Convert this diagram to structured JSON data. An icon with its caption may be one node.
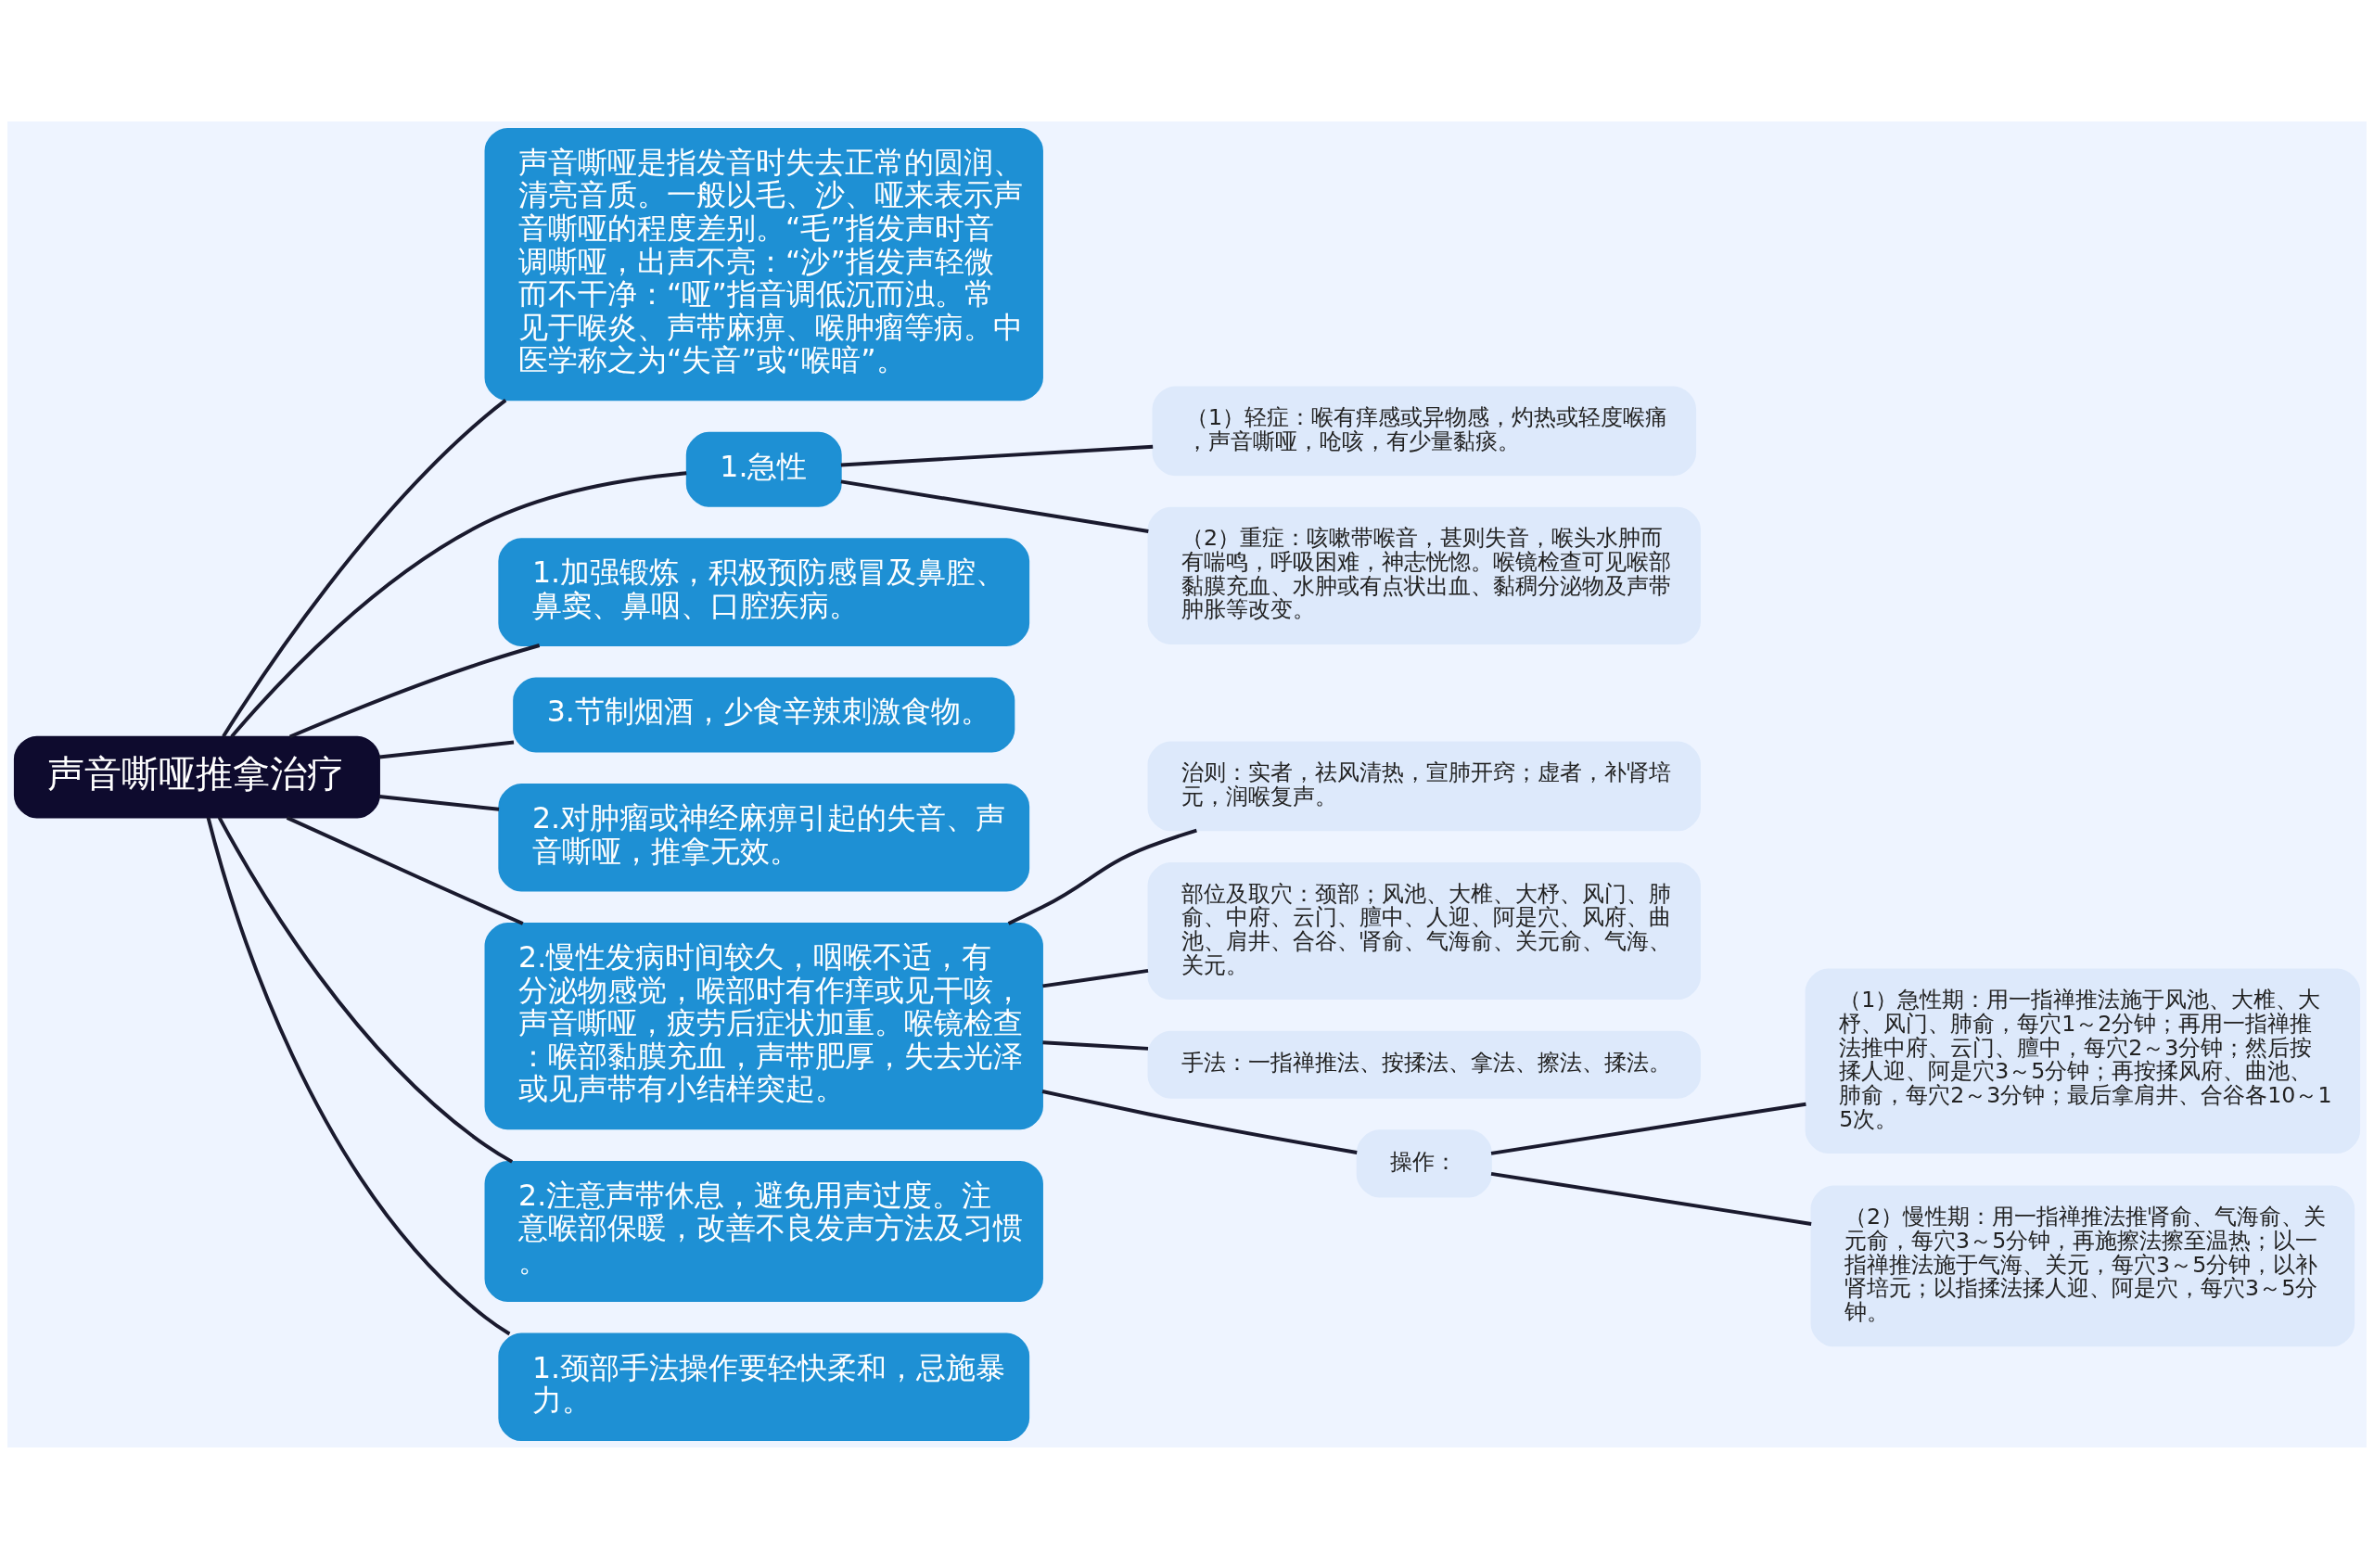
{
  "diagram": {
    "nodes": [
      {
        "text": [
          "声音嘶哑推拿治疗"
        ]
      },
      {
        "text": [
          "声音嘶哑是指发音时失去正常的圆润、清亮音质。一般以毛、沙、哑来表示声音嘶哑的程度差别。“毛”指发声时音调嘶哑，出声不亮：“沙”指发声轻微而不干净：“哑”指音调低沉而浊。常见于喉炎、声带麻痹、喉肿瘤等病。中医学称之为“失音”或“喉暗”。"
        ]
      },
      {
        "text": [
          "1.急性"
        ]
      },
      {
        "text": [
          "（1）轻症：喉有痒感或异物感，灼热或轻度喉痛，声音嘶哑，呛咳，有少量黏痰。"
        ]
      },
      {
        "text": [
          "（2）重症：咳嗽带喉音，甚则失音，喉头水肿而有喘鸣，呼吸困难，神志恍惚。喉镜检查可见喉部黏膜充血、水肿或有点状出血、黏稠分泌物及声带肿胀等改变。"
        ]
      },
      {
        "text": [
          "1.加强锻炼，积极预防感冒及鼻腔、鼻窦、鼻咽、口腔疾病。"
        ]
      },
      {
        "text": [
          "3.节制烟酒，少食辛辣刺激食物。"
        ]
      },
      {
        "text": [
          "2.对肿瘤或神经麻痹引起的失音、声音嘶哑，推拿无效。"
        ]
      },
      {
        "text": [
          "2.慢性发病时间较久，咽喉不适，有分泌物感觉，喉部时有作痒或见干咳，声音嘶哑，疲劳后症状加重。喉镜检查：喉部黏膜充血，声带肥厚，失去光泽或见声带有小结样突起。"
        ]
      },
      {
        "text": [
          "治则：实者，祛风清热，宣肺开窍；虚者，补肾培元，润喉复声。"
        ]
      },
      {
        "text": [
          "部位及取穴：颈部；风池、大椎、大杼、风门、肺俞、中府、云门、膻中、人迎、阿是穴、风府、曲池、肩井、合谷、肾俞、气海俞、关元俞、气海、关元。"
        ]
      },
      {
        "text": [
          "手法：一指禅推法、按揉法、拿法、擦法、揉法。"
        ]
      },
      {
        "text": [
          "操作："
        ]
      },
      {
        "text": [
          "（1）急性期：用一指禅推法施于风池、大椎、大杼、风门、肺俞，每穴1～2分钟；再用一指禅推法推中府、云门、膻中，每穴2～3分钟；然后按揉人迎、阿是穴3～5分钟；再按揉风府、曲池、肺俞，每穴2～3分钟；最后拿肩井、合谷各10～15次。"
        ]
      },
      {
        "text": [
          "（2）慢性期：用一指禅推法推肾俞、气海俞、关元俞，每穴3～5分钟，再施擦法擦至温热；以一指禅推法施于气海、关元，每穴3～5分钟，以补肾培元；以指揉法揉人迎、阿是穴，每穴3～5分钟。"
        ]
      },
      {
        "text": [
          "2.注意声带休息，避免用声过度。注意喉部保暖，改善不良发声方法及习惯。"
        ]
      },
      {
        "text": [
          "1.颈部手法操作要轻快柔和，忌施暴力。"
        ]
      }
    ],
    "edges": [
      {
        "from": 0,
        "to": 1,
        "arrow": "none"
      },
      {
        "from": 0,
        "to": 2,
        "arrow": "none"
      },
      {
        "from": 2,
        "to": 3,
        "arrow": "none"
      },
      {
        "from": 2,
        "to": 4,
        "arrow": "none"
      },
      {
        "from": 0,
        "to": 5,
        "arrow": "none"
      },
      {
        "from": 0,
        "to": 6,
        "arrow": "none"
      },
      {
        "from": 0,
        "to": 7,
        "arrow": "none"
      },
      {
        "from": 0,
        "to": 8,
        "arrow": "none"
      },
      {
        "from": 8,
        "to": 9,
        "arrow": "none"
      },
      {
        "from": 8,
        "to": 10,
        "arrow": "none"
      },
      {
        "from": 8,
        "to": 11,
        "arrow": "none"
      },
      {
        "from": 8,
        "to": 12,
        "arrow": "none"
      },
      {
        "from": 12,
        "to": 13,
        "arrow": "none"
      },
      {
        "from": 12,
        "to": 14,
        "arrow": "none"
      },
      {
        "from": 0,
        "to": 15,
        "arrow": "none"
      },
      {
        "from": 0,
        "to": 16,
        "arrow": "none"
      }
    ]
  }
}
